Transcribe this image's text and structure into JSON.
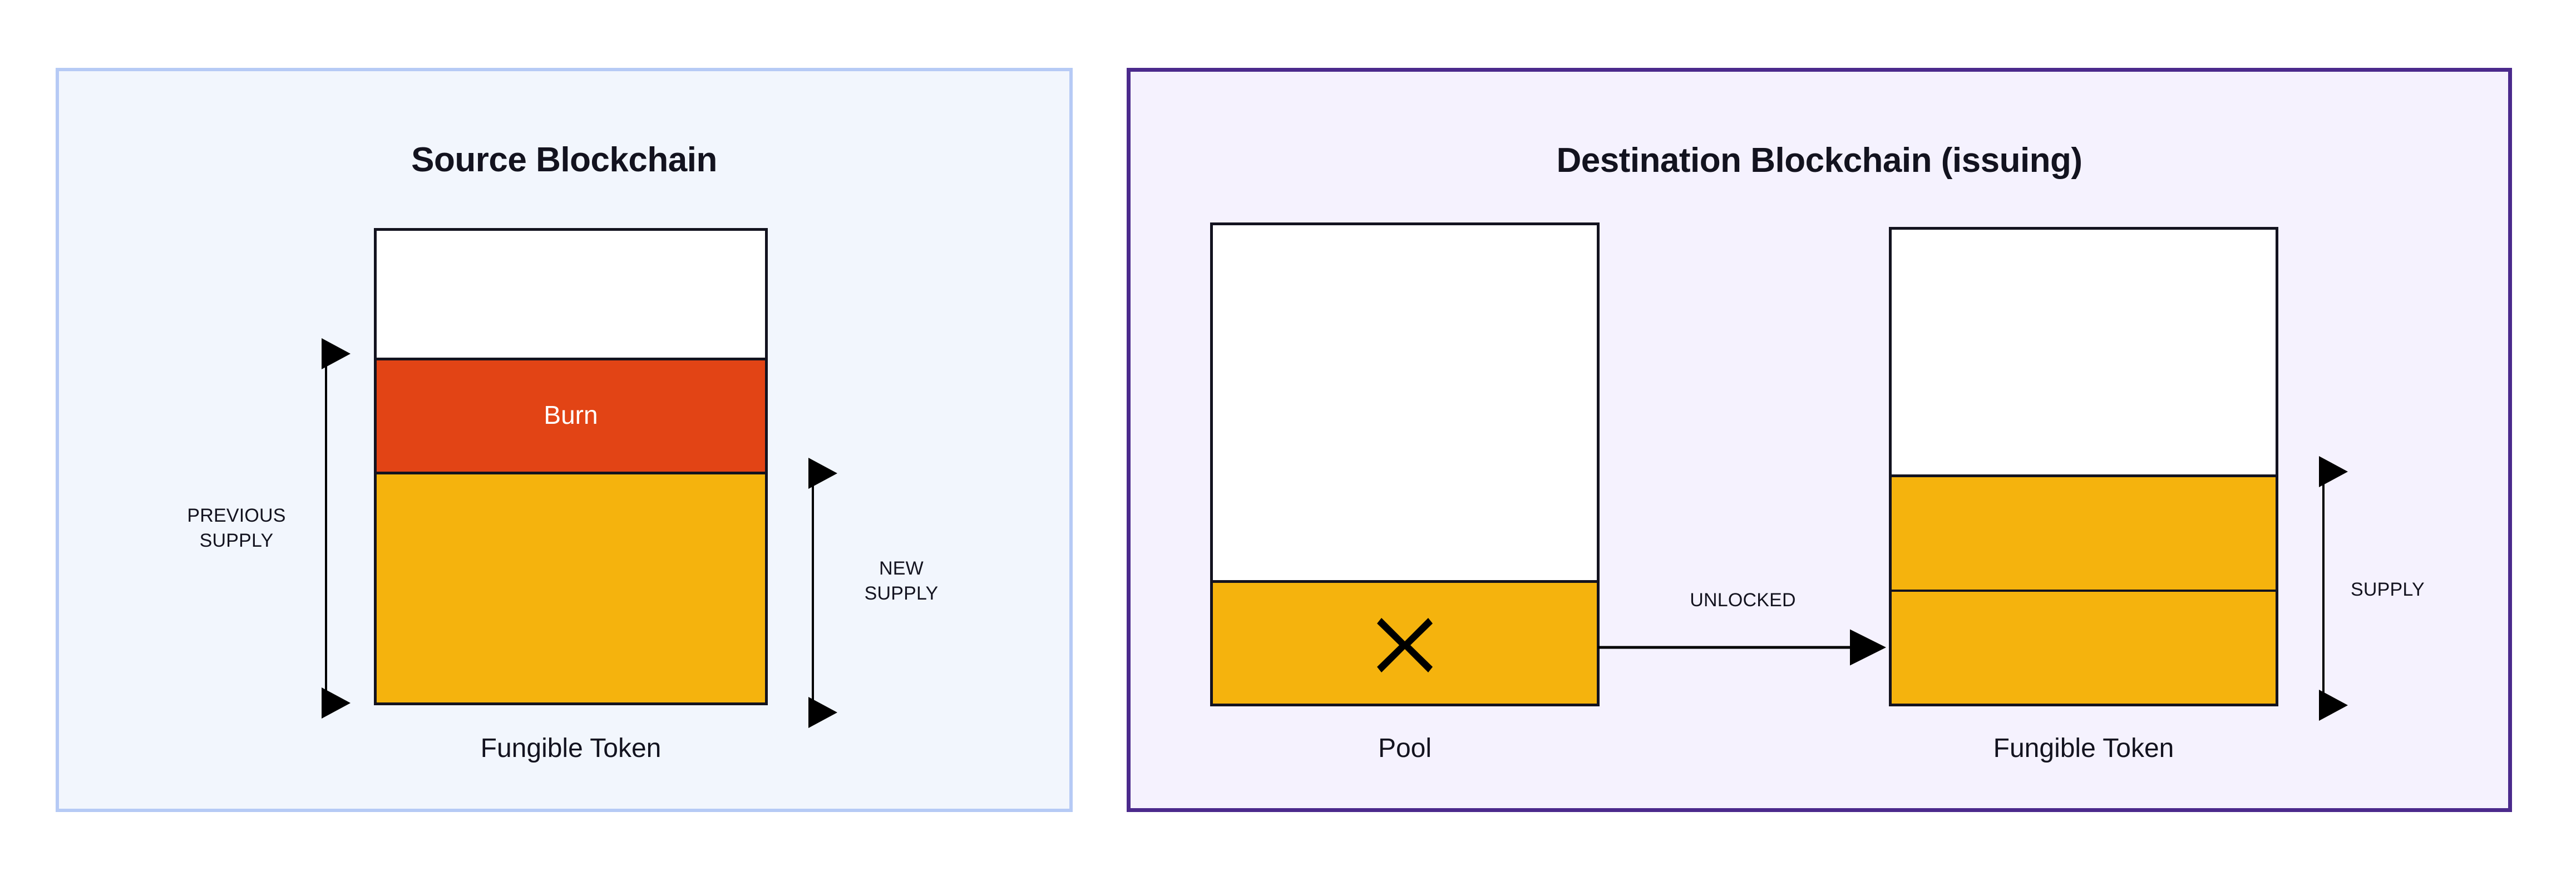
{
  "panels": {
    "source": {
      "title": "Source Blockchain",
      "border_color": "#b6caf5",
      "fill_color": "#f2f6fd"
    },
    "destination": {
      "title": "Destination Blockchain (issuing)",
      "border_color": "#4b2a8c",
      "fill_color": "#f5f2fe"
    }
  },
  "colors": {
    "burn": "#e24415",
    "token": "#f5b30d",
    "outline": "#13131f",
    "empty": "#ffffff"
  },
  "source_token": {
    "caption": "Fungible Token",
    "segments": [
      {
        "name": "empty",
        "label": "",
        "color": "#ffffff"
      },
      {
        "name": "burn",
        "label": "Burn",
        "color": "#e24415"
      },
      {
        "name": "remaining-supply",
        "label": "",
        "color": "#f5b30d"
      }
    ]
  },
  "source_measures": [
    {
      "name": "previous-supply",
      "label": "PREVIOUS\nSUPPLY"
    },
    {
      "name": "new-supply",
      "label": "NEW\nSUPPLY"
    }
  ],
  "pool": {
    "caption": "Pool",
    "marker": "x-mark",
    "segments": [
      {
        "name": "empty",
        "label": "",
        "color": "#ffffff"
      },
      {
        "name": "locked",
        "label": "",
        "color": "#f5b30d"
      }
    ]
  },
  "flow": {
    "label": "UNLOCKED",
    "direction": "right"
  },
  "destination_token": {
    "caption": "Fungible Token",
    "segments": [
      {
        "name": "empty",
        "label": "",
        "color": "#ffffff"
      },
      {
        "name": "existing-supply",
        "label": "",
        "color": "#f5b30d"
      },
      {
        "name": "unlocked-supply",
        "label": "",
        "color": "#f5b30d"
      }
    ]
  },
  "destination_measures": [
    {
      "name": "supply",
      "label": "SUPPLY"
    }
  ]
}
